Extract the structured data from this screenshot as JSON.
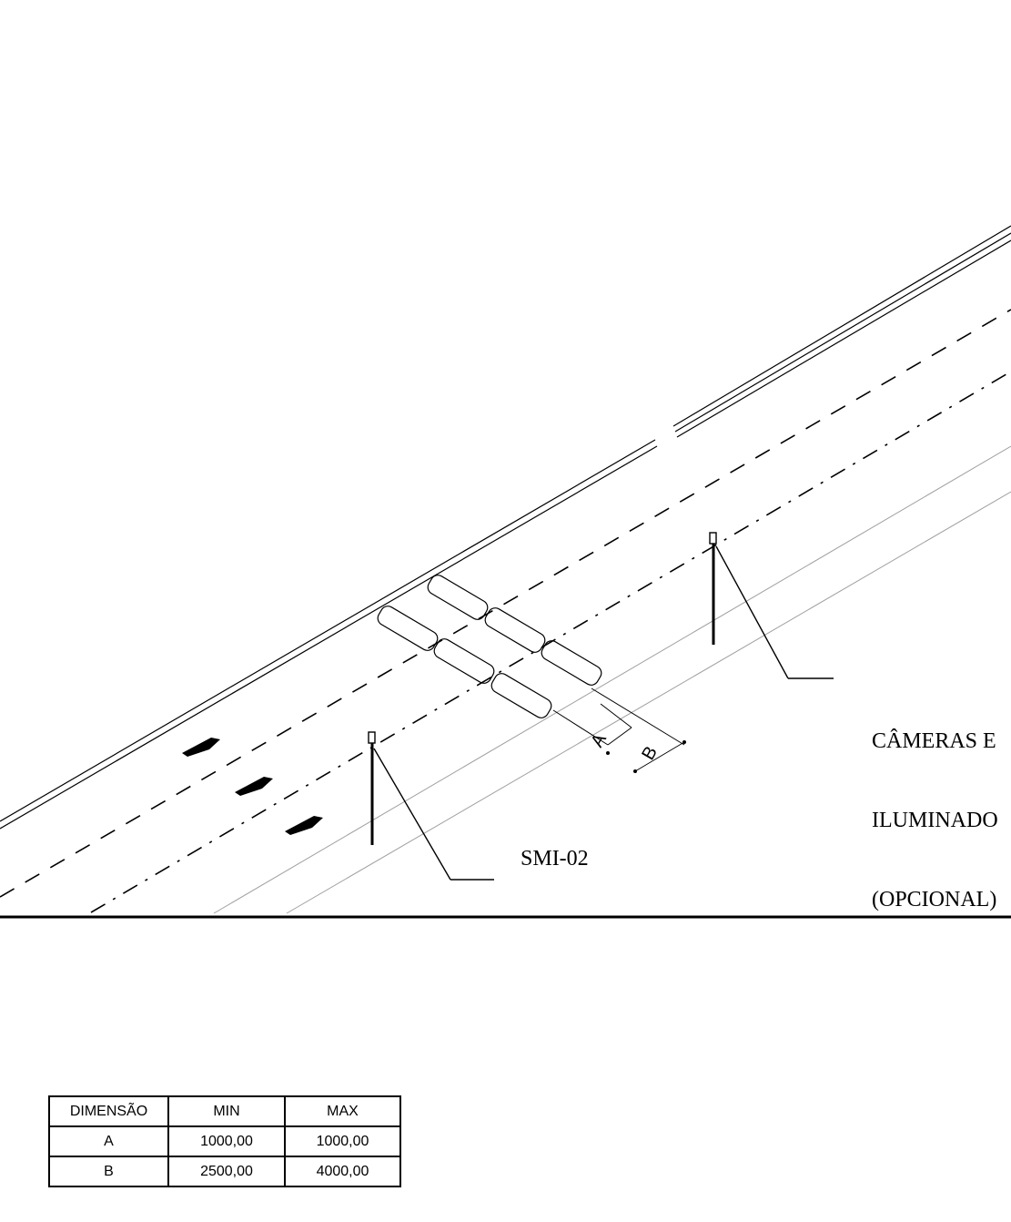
{
  "callouts": {
    "sign_label": "SMI-02",
    "camera_label_lines": [
      "CÂMERAS E",
      "ILUMINADO",
      "(OPCIONAL)"
    ]
  },
  "dimension_marks": {
    "a": "A",
    "b": "B"
  },
  "dimensions_table": {
    "headers": [
      "DIMENSÃO",
      "MIN",
      "MAX"
    ],
    "rows": [
      [
        "A",
        "1000,00",
        "1000,00"
      ],
      [
        "B",
        "2500,00",
        "4000,00"
      ]
    ]
  },
  "colors": {
    "ink": "#000000",
    "thin_line": "#a0a0a0"
  }
}
